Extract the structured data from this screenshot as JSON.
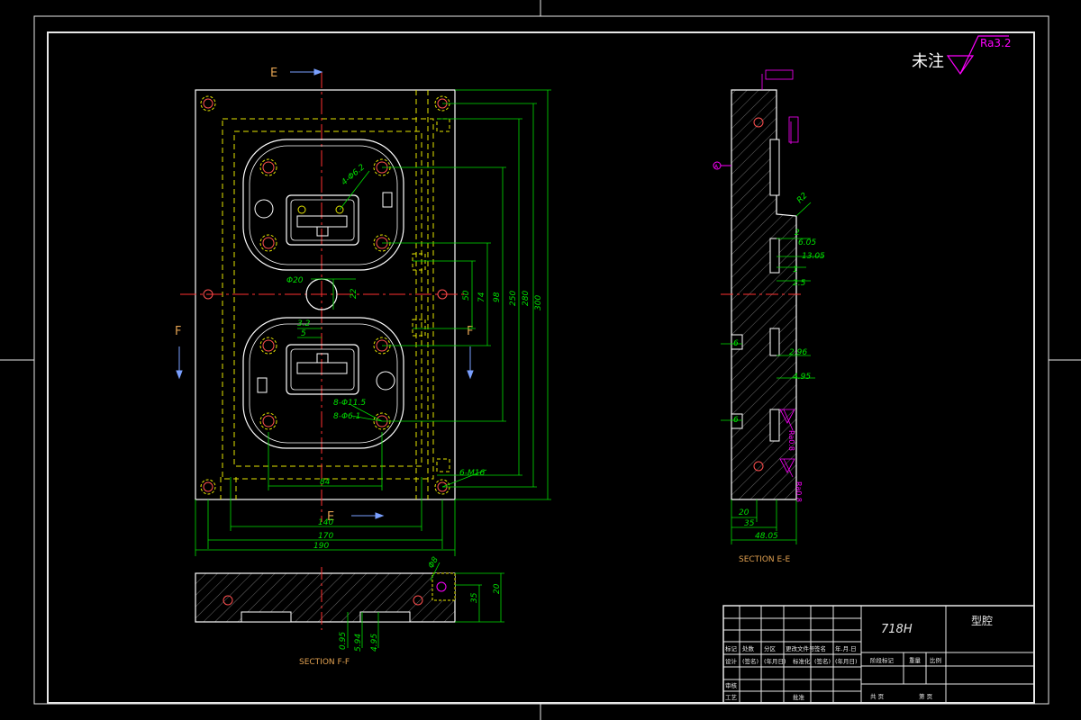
{
  "surface": {
    "note_prefix": "未注",
    "roughness_default": "Ra3.2"
  },
  "front_view": {
    "section_mark_e": "E",
    "section_mark_f": "F",
    "dims": {
      "h_140": "140",
      "h_170": "170",
      "h_190": "190",
      "h_84": "84",
      "v_50": "50",
      "v_74": "74",
      "v_98": "98",
      "v_250": "250",
      "v_280": "280",
      "v_300": "300",
      "small_32": "3.2",
      "small_5": "5",
      "dia_20": "Φ20",
      "v_22": "22",
      "holes_4": "4-Φ6.2",
      "holes_8a": "8-Φ11.5",
      "holes_8b": "8-Φ6.1",
      "thread_6": "6-M16"
    }
  },
  "side_view": {
    "section_label": "SECTION E-E",
    "dims": {
      "d_605": "6.05",
      "d_1305": "13.05",
      "d_1": "1",
      "d_25": "2.5",
      "d_2": "2",
      "d_296": "2.96",
      "d_495": "4.95",
      "d_20": "20",
      "d_35": "35",
      "d_4805": "48.05",
      "r02": "R2",
      "ra08a": "Ra0.8",
      "ra08b": "Ra0.8",
      "six_a": "6",
      "six_b": "6",
      "datum": "A"
    }
  },
  "bottom_view": {
    "section_label": "SECTION F-F",
    "dims": {
      "d_095": "0.95",
      "d_594": "5.94",
      "d_495": "4.95",
      "d_20": "20",
      "d_35": "35",
      "d_8": "Φ8"
    }
  },
  "title_block": {
    "material": "718H",
    "part_name": "型腔",
    "row1": [
      "标记",
      "处数",
      "分区",
      "更改文件号",
      "签名",
      "年.月.日"
    ],
    "row2": [
      "设计",
      "(签名)",
      "(年月日)",
      "标准化",
      "(签名)",
      "(年月日)"
    ],
    "row3": [
      "审核"
    ],
    "row4": [
      "工艺",
      "批准"
    ],
    "stage_cols": [
      "阶段标记",
      "重量",
      "比例"
    ],
    "sheet_total": "共 页",
    "sheet_no": "第 页"
  }
}
